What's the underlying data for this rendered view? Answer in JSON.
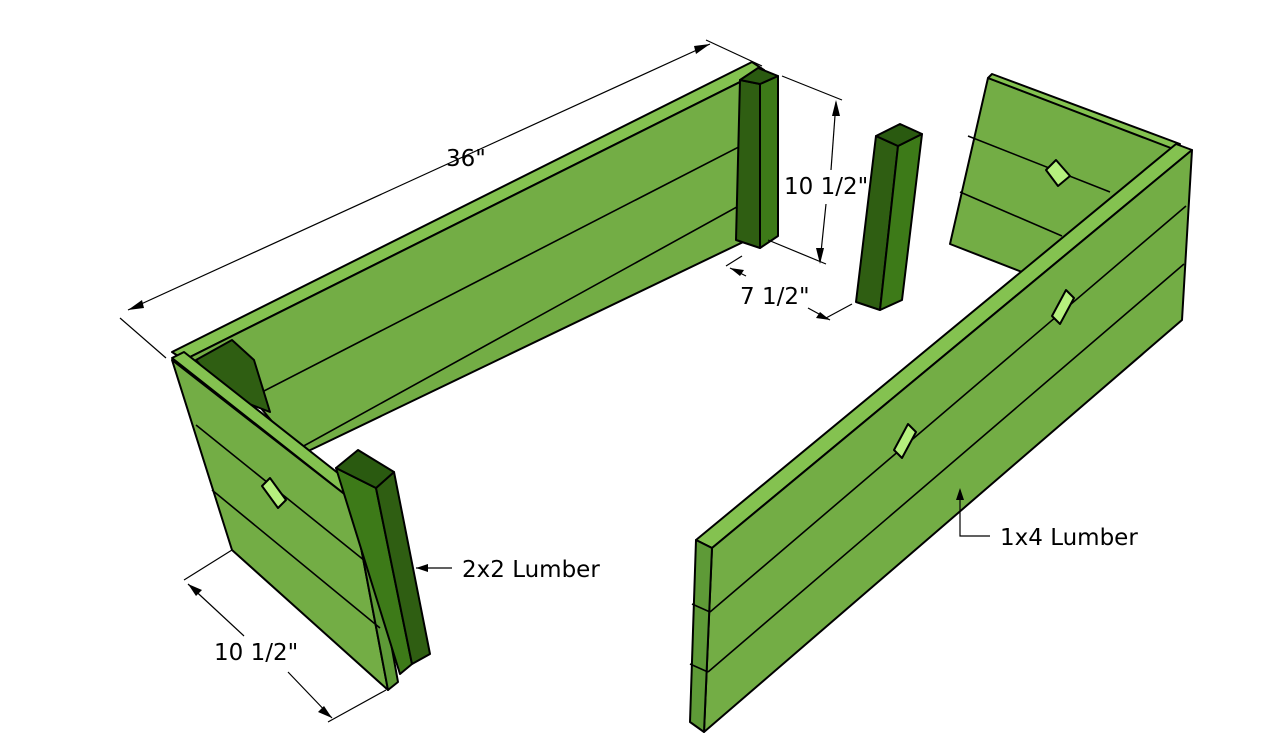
{
  "labels": {
    "length_top": "36\"",
    "height_right": "10 1/2\"",
    "width_right": "7 1/2\"",
    "height_left": "10 1/2\"",
    "post_callout": "2x2 Lumber",
    "board_callout": "1x4 Lumber"
  },
  "colors": {
    "board_face": "#73ad45",
    "board_top": "#84c250",
    "board_edge": "#5e9a37",
    "post_face": "#2f5e12",
    "post_side": "#3d7a18",
    "post_top": "#2a5a10",
    "pocket_hole": "#b6f07e",
    "background": "#ffffff"
  }
}
